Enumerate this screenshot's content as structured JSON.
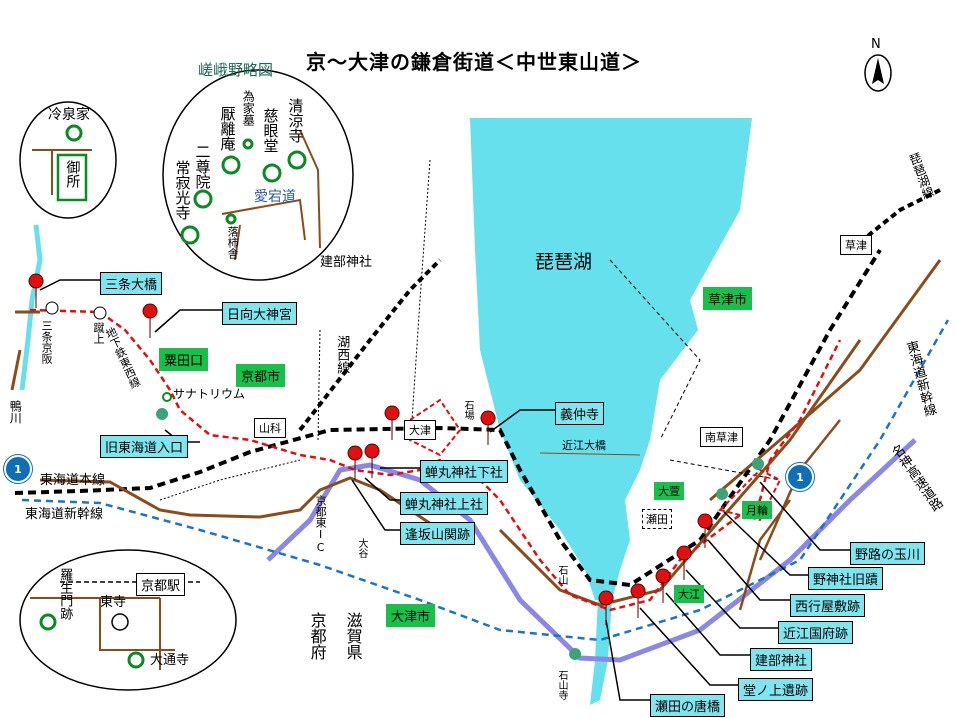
{
  "title": "京～大津の鎌倉街道＜中世東山道＞",
  "north": "N",
  "lake": "琵琶湖",
  "inset_saga": {
    "title": "嵯峨野略図",
    "sites": [
      "為家墓",
      "厭離庵",
      "慈眼堂",
      "清涼寺",
      "二尊院",
      "常寂光寺",
      "落柿舎"
    ],
    "road": "愛宕道"
  },
  "inset_gosho": {
    "reizei": "冷泉家",
    "gosho": "御所"
  },
  "inset_station": {
    "station": "京都駅",
    "rashomon": "羅生門跡",
    "toji": "東寺",
    "daitsuji": "大通寺"
  },
  "cyan_labels": [
    "三条大橋",
    "日向大神宮",
    "旧東海道入口",
    "義仲寺",
    "蝉丸神社下社",
    "蝉丸神社上社",
    "逢坂山関跡",
    "野路の玉川",
    "野神社旧蹟",
    "西行屋敷跡",
    "近江国府跡",
    "建部神社",
    "堂ノ上遺跡",
    "瀬田の唐橋"
  ],
  "green_labels": [
    "粟田口",
    "京都市",
    "草津市",
    "大津市"
  ],
  "small_green": [
    "大萱",
    "月輪",
    "大江"
  ],
  "white_labels": [
    "山科",
    "大津",
    "草津",
    "南草津"
  ],
  "dashed_labels": [
    "瀬田"
  ],
  "text_labels": {
    "tatebe_shrine": "建部神社",
    "sanatorium": "サナトリウム",
    "sanjo_keihan": "三条京阪",
    "keage": "蹴上",
    "subway": "地下鉄東西線",
    "kosei": "湖西線",
    "biwako_line": "琵琶湖線",
    "ishiba": "石場",
    "omi_bridge": "近江大橋",
    "kamogawa": "鴨川",
    "tokaido_main": "東海道本線",
    "tokaido_shinkansen": "東海道新幹線",
    "tokaido_shinkansen_r": "東海道新幹線",
    "meishin": "名神高速道路",
    "kyoto_higashi_ic": "京都東IC",
    "otani": "大谷",
    "kyoto_fu": "京都府",
    "shiga_ken": "滋賀県",
    "ishiyama": "石山",
    "ishiyamadera": "石山寺"
  },
  "route_signs": [
    "1",
    "1"
  ]
}
